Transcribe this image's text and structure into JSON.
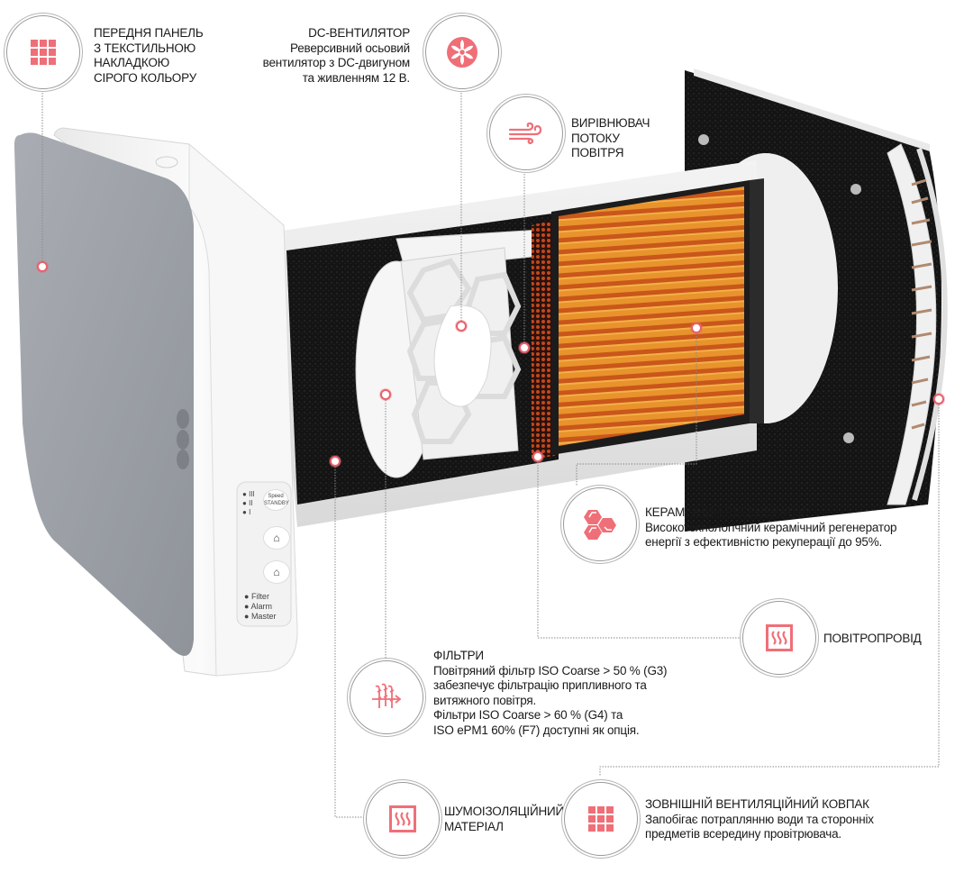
{
  "accent_color": "#ef6f78",
  "callouts": [
    {
      "id": "front-panel",
      "icon": "grid-icon",
      "title": "ПЕРЕДНЯ ПАНЕЛЬ",
      "lines": [
        "З ТЕКСТИЛЬНОЮ",
        "НАКЛАДКОЮ",
        "СІРОГО КОЛЬОРУ"
      ]
    },
    {
      "id": "dc-fan",
      "icon": "fan-icon",
      "title": "DC-ВЕНТИЛЯТОР",
      "lines": [
        "Реверсивний осьовий",
        "вентилятор з DC-двигуном",
        "та живленням 12 В."
      ]
    },
    {
      "id": "flow-straightener",
      "icon": "wind-icon",
      "title": "ВИРІВНЮВАЧ",
      "lines": [
        "ПОТОКУ",
        "ПОВІТРЯ"
      ]
    },
    {
      "id": "ceramic-regenerator",
      "icon": "honeycomb-icon",
      "title": "КЕРАМІЧНИЙ РЕГЕНЕРАТОР",
      "lines": [
        "Високотехнологічний керамічний регенератор",
        "енергії з ефективністю рекуперації до 95%."
      ]
    },
    {
      "id": "air-duct",
      "icon": "heater-icon",
      "title": "ПОВІТРОПРОВІД",
      "lines": []
    },
    {
      "id": "filters",
      "icon": "filter-icon",
      "title": "ФІЛЬТРИ",
      "lines": [
        "Повітряний фільтр ISO Coarse > 50 % (G3)",
        "забезпечує фільтрацію припливного та",
        "витяжного повітря.",
        "Фільтри ISO Coarse > 60 % (G4) та",
        "ISO ePM1 60% (F7) доступні як опція."
      ]
    },
    {
      "id": "insulation",
      "icon": "heater-icon",
      "title": "ШУМОІЗОЛЯЦІЙНИЙ",
      "lines": [
        "МАТЕРІАЛ"
      ]
    },
    {
      "id": "outer-hood",
      "icon": "grid-icon",
      "title": "ЗОВНІШНІЙ ВЕНТИЛЯЦІЙНИЙ КОВПАК",
      "lines": [
        "Запобігає потраплянню води та сторонніх",
        "предметів всередину провітрювача."
      ]
    }
  ],
  "control_panel": {
    "speed_levels": [
      "III",
      "II",
      "I"
    ],
    "speed_button": "Speed",
    "standby_label": "STANDBY",
    "indicators": [
      "Filter",
      "Alarm",
      "Master"
    ]
  }
}
